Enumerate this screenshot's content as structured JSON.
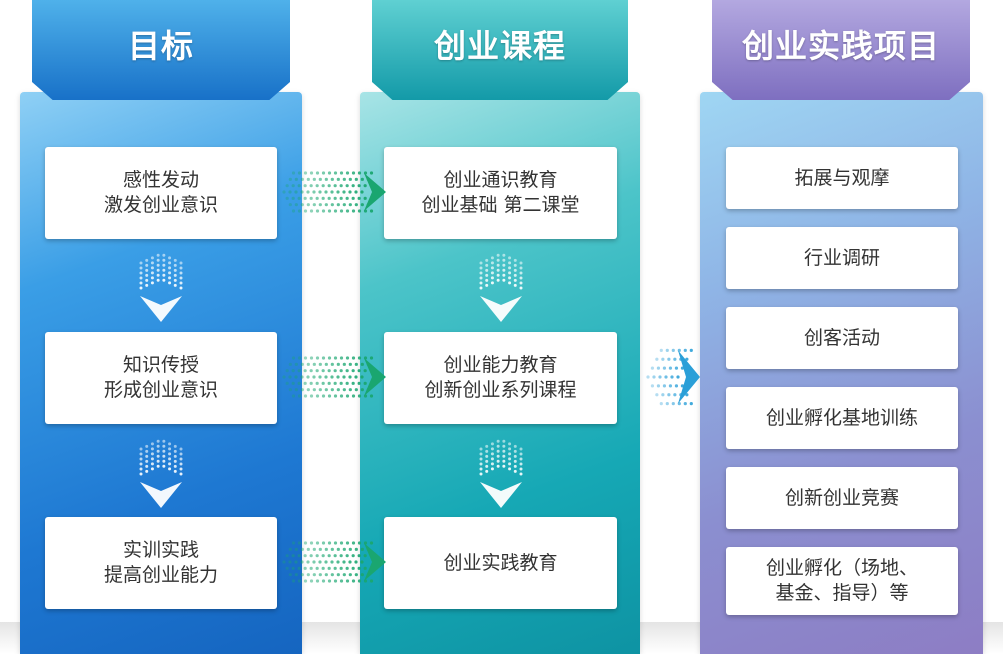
{
  "colors": {
    "goal_header": "#1a7fd0",
    "course_header": "#1aa7b5",
    "project_header": "#8c80c8",
    "arrow_green": "#1aa670",
    "arrow_blue": "#2a9fd8"
  },
  "columns": [
    {
      "title": "目标",
      "cards": [
        {
          "lines": [
            "感性发动",
            "激发创业意识"
          ]
        },
        {
          "lines": [
            "知识传授",
            "形成创业意识"
          ]
        },
        {
          "lines": [
            "实训实践",
            "提高创业能力"
          ]
        }
      ]
    },
    {
      "title": "创业课程",
      "cards": [
        {
          "lines": [
            "创业通识教育",
            "创业基础 第二课堂"
          ]
        },
        {
          "lines": [
            "创业能力教育",
            "创新创业系列课程"
          ]
        },
        {
          "lines": [
            "创业实践教育"
          ]
        }
      ]
    },
    {
      "title": "创业实践项目",
      "cards": [
        {
          "lines": [
            "拓展与观摩"
          ]
        },
        {
          "lines": [
            "行业调研"
          ]
        },
        {
          "lines": [
            "创客活动"
          ]
        },
        {
          "lines": [
            "创业孵化基地训练"
          ]
        },
        {
          "lines": [
            "创新创业竞赛"
          ]
        },
        {
          "lines": [
            "创业孵化（场地、",
            "基金、指导）等"
          ]
        }
      ]
    }
  ]
}
